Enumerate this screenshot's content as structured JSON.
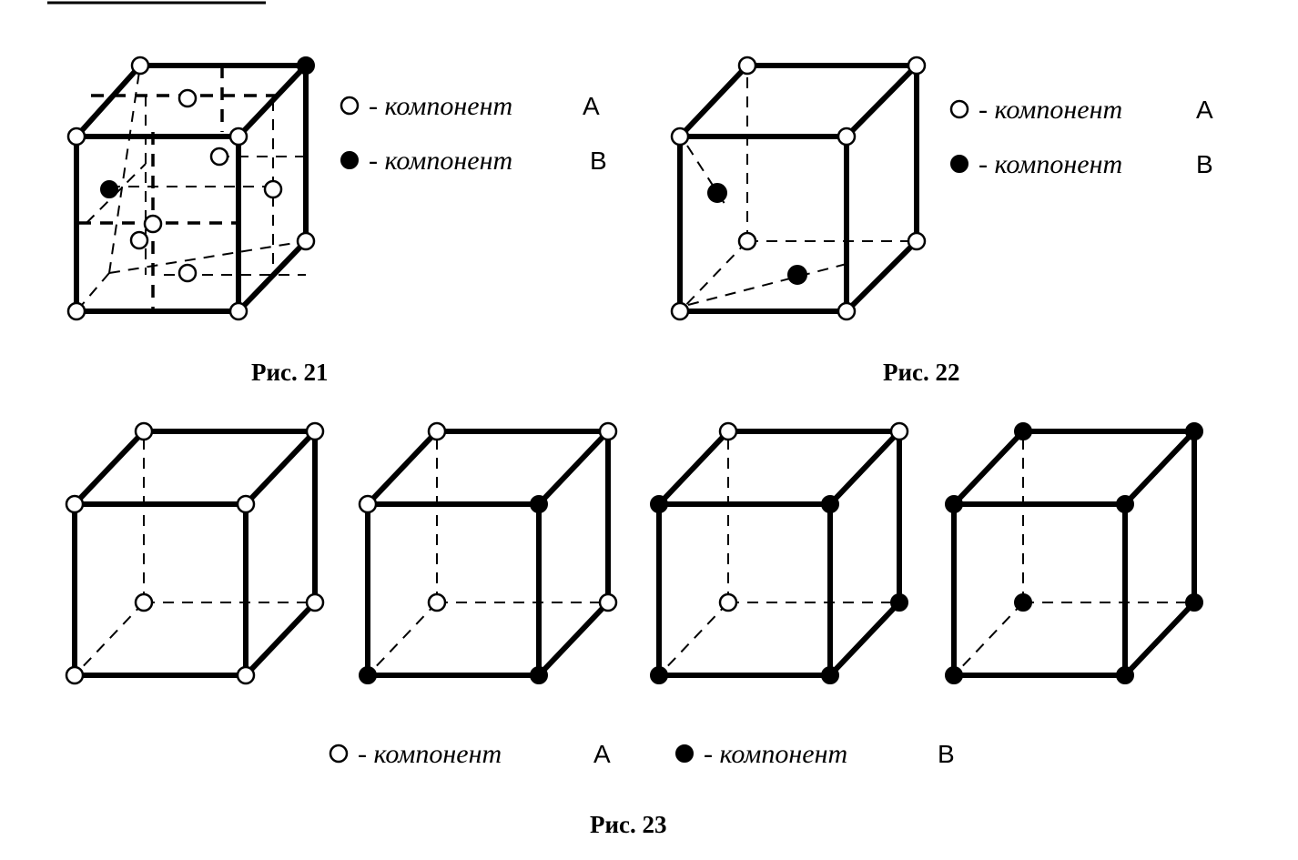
{
  "header_rule": true,
  "figures": {
    "fig21": {
      "caption": "Рис. 21",
      "legend": [
        {
          "symbol": "open",
          "text": "- компонент",
          "letter": "A"
        },
        {
          "symbol": "filled",
          "text": "- компонент",
          "letter": "B"
        }
      ]
    },
    "fig22": {
      "caption": "Рис. 22",
      "legend": [
        {
          "symbol": "open",
          "text": "- компонент",
          "letter": "A"
        },
        {
          "symbol": "filled",
          "text": "- компонент",
          "letter": "B"
        }
      ]
    },
    "fig23": {
      "caption": "Рис. 23",
      "legend": [
        {
          "symbol": "open",
          "text": "- компонент",
          "letter": "A"
        },
        {
          "symbol": "filled",
          "text": "- компонент",
          "letter": "B"
        }
      ],
      "cubes": [
        {
          "FBL": "A",
          "FBR": "A",
          "FTL": "A",
          "FTR": "A",
          "BBL": "A",
          "BBR": "A",
          "BTL": "A",
          "BTR": "A"
        },
        {
          "FBL": "B",
          "FBR": "B",
          "FTL": "A",
          "FTR": "B",
          "BBL": "A",
          "BBR": "A",
          "BTL": "A",
          "BTR": "A"
        },
        {
          "FBL": "B",
          "FBR": "B",
          "FTL": "B",
          "FTR": "B",
          "BBL": "A",
          "BBR": "B",
          "BTL": "A",
          "BTR": "A"
        },
        {
          "FBL": "B",
          "FBR": "B",
          "FTL": "B",
          "FTR": "B",
          "BBL": "B",
          "BBR": "B",
          "BTL": "B",
          "BTR": "B"
        }
      ]
    }
  },
  "colors": {
    "ink": "#000000",
    "paper": "#ffffff"
  }
}
